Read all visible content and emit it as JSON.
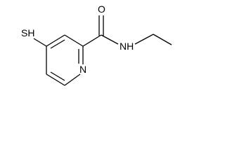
{
  "structure": {
    "atoms": {
      "thiol": "SH",
      "ring_nitrogen": "N",
      "carbonyl_oxygen": "O",
      "amide_nitrogen": "NH"
    }
  },
  "colors": {
    "bond": "#000000",
    "label": "#000000",
    "background": "#ffffff"
  }
}
